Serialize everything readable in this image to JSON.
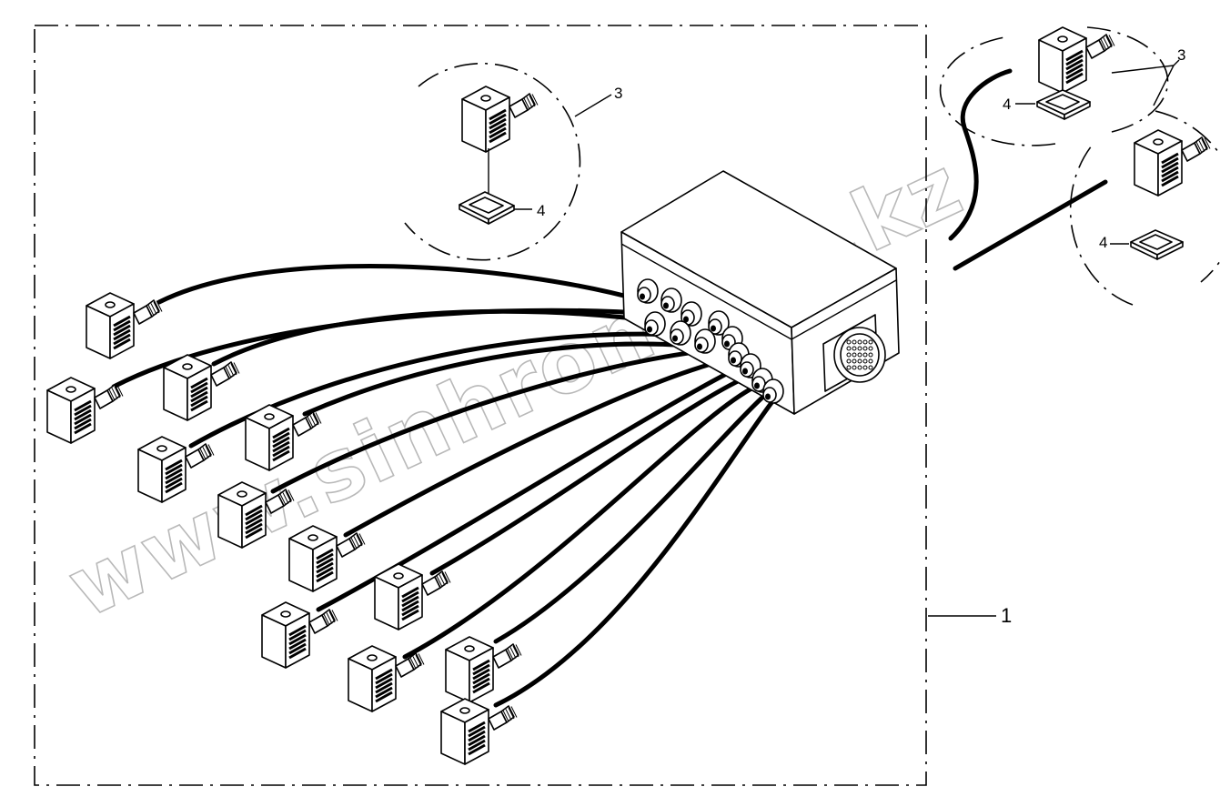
{
  "callouts": {
    "assembly": "1",
    "connector_detail": "3",
    "seal_detail": "4",
    "connector_right": "3",
    "seal_right_upper": "4",
    "seal_right_lower": "4"
  },
  "watermark": "www.sinhron-too.kz",
  "colors": {
    "line": "#000000",
    "watermark": "#b9b9b9",
    "background": "#ffffff"
  }
}
